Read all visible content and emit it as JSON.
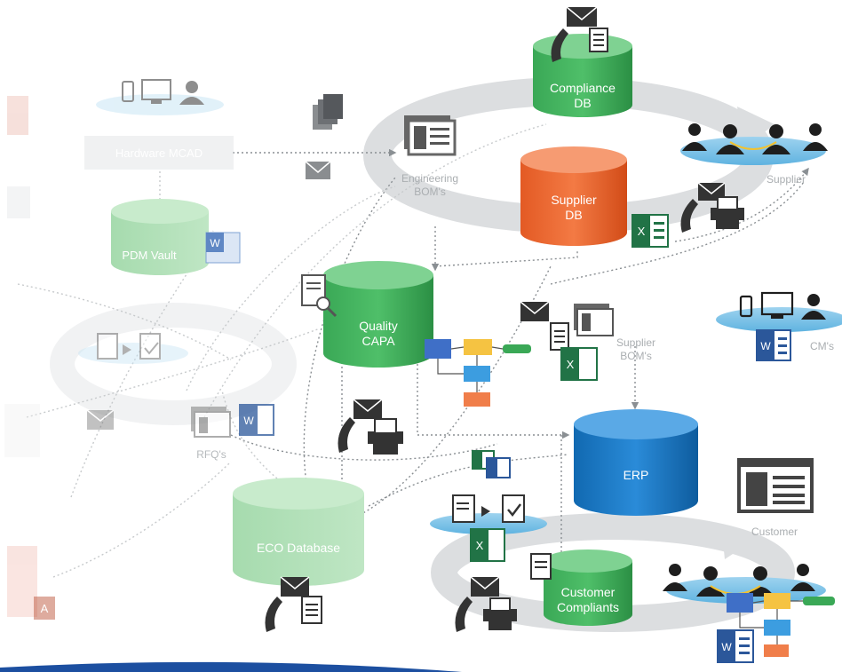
{
  "nodes": {
    "hardware_mcad": "Hardware MCAD",
    "pdm_vault": "PDM Vault",
    "engineering_bom": [
      "Engineering",
      "BOM's"
    ],
    "compliance_db": [
      "Compliance",
      "DB"
    ],
    "supplier_db": [
      "Supplier",
      "DB"
    ],
    "supplier": "Supplier",
    "quality_capa": [
      "Quality",
      "CAPA"
    ],
    "supplier_bom": [
      "Supplier",
      "BOM's"
    ],
    "cms": "CM's",
    "rfqs": "RFQ's",
    "erp": "ERP",
    "eco_database": "ECO Database",
    "customer": "Customer",
    "customer_complaints": [
      "Customer",
      "Compliants"
    ]
  },
  "icon_letters": {
    "word": "W",
    "excel": "X",
    "access": "A"
  },
  "colors": {
    "compliance_green": "#2e9e4a",
    "supplier_orange": "#e9622a",
    "erp_blue": "#1577c4",
    "faded_green": "#a9dcb0",
    "ring_gray": "#d9dcde",
    "arrow_gray": "#8a8f93",
    "word_blue": "#2b579a",
    "excel_green": "#217346",
    "access_red": "#b7472a"
  }
}
